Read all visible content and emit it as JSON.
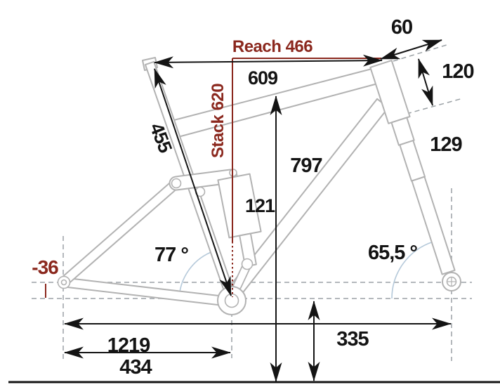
{
  "diagram_type": "mountainbike-frame-geometry",
  "colors": {
    "accent_red": "#8b281e",
    "frame_gray": "#b2b2b2",
    "guide_gray": "#9ba1a5",
    "angle_arc_blue": "#b5c9da",
    "ink": "#141414"
  },
  "labels": {
    "reach": "Reach 466",
    "stack": "Stack 620",
    "stem_length": "60",
    "head_tube_length": "120",
    "fork_trail": "129",
    "top_tube_effective": "609",
    "seat_tube_length": "455",
    "standover_height": "797",
    "rear_travel": "121",
    "seat_tube_angle": "77 °",
    "head_tube_angle": "65,5 °",
    "bb_drop": "-36",
    "wheelbase": "1219",
    "chainstay_length": "434",
    "bb_height": "335"
  }
}
